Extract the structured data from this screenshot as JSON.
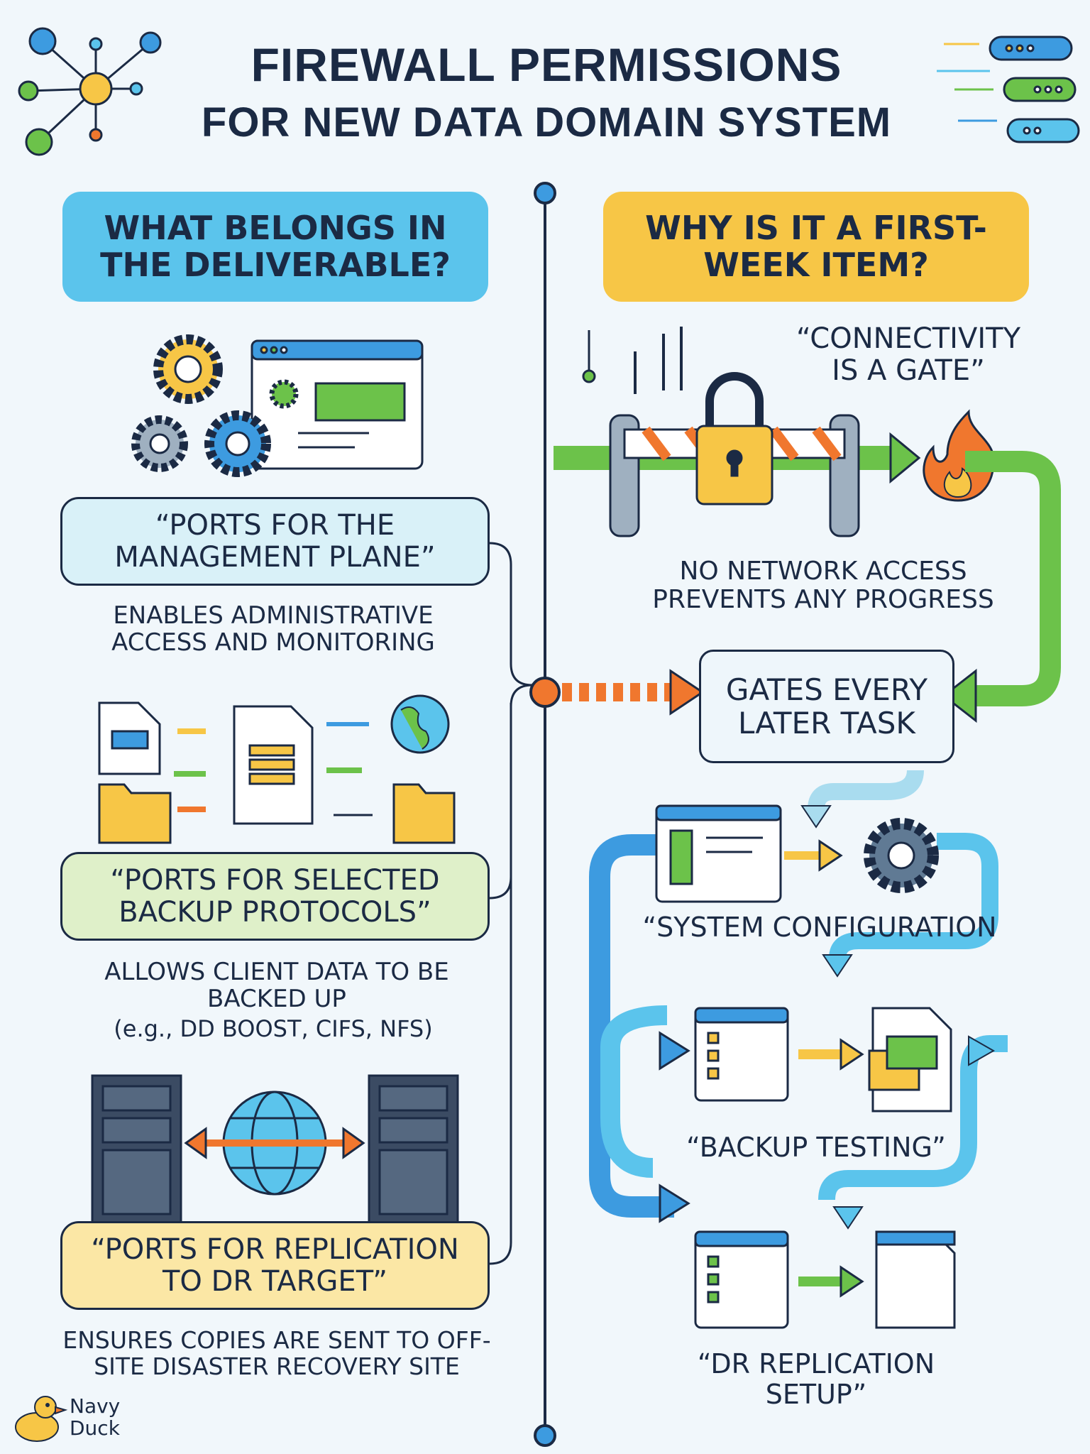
{
  "title": {
    "line1": "FIREWALL PERMISSIONS",
    "line2": "FOR NEW DATA DOMAIN SYSTEM"
  },
  "left": {
    "heading": "WHAT BELONGS IN THE DELIVERABLE?",
    "items": [
      {
        "label": "“PORTS FOR THE MANAGEMENT PLANE”",
        "description": "ENABLES ADMINISTRATIVE ACCESS AND MONITORING"
      },
      {
        "label": "“PORTS FOR SELECTED BACKUP PROTOCOLS”",
        "description": "ALLOWS CLIENT DATA TO BE BACKED UP",
        "example": "(e.g., DD BOOST, CIFS, NFS)"
      },
      {
        "label": "“PORTS FOR REPLICATION TO DR TARGET”",
        "description": "ENSURES COPIES ARE SENT TO OFF-SITE DISASTER RECOVERY SITE"
      }
    ]
  },
  "right": {
    "heading": "WHY IS IT A FIRST-WEEK ITEM?",
    "quote": "“CONNECTIVITY IS A GATE”",
    "gate_caption": "NO NETWORK ACCESS PREVENTS ANY PROGRESS",
    "gates_box": "GATES EVERY LATER TASK",
    "steps": [
      {
        "label": "“SYSTEM CONFIGURATION"
      },
      {
        "label": "“BACKUP TESTING”"
      },
      {
        "label": "“DR REPLICATION SETUP”"
      }
    ]
  },
  "branding": {
    "name_line1": "Navy",
    "name_line2": "Duck"
  },
  "colors": {
    "navy": "#1b2a44",
    "blue": "#3d9be0",
    "light_blue": "#5bc4ec",
    "green": "#6cc24a",
    "yellow": "#f7c646",
    "orange": "#f0772e",
    "teal_box": "#d9f1f8",
    "green_box": "#dff0c9",
    "yellow_box": "#fbe7a5"
  }
}
